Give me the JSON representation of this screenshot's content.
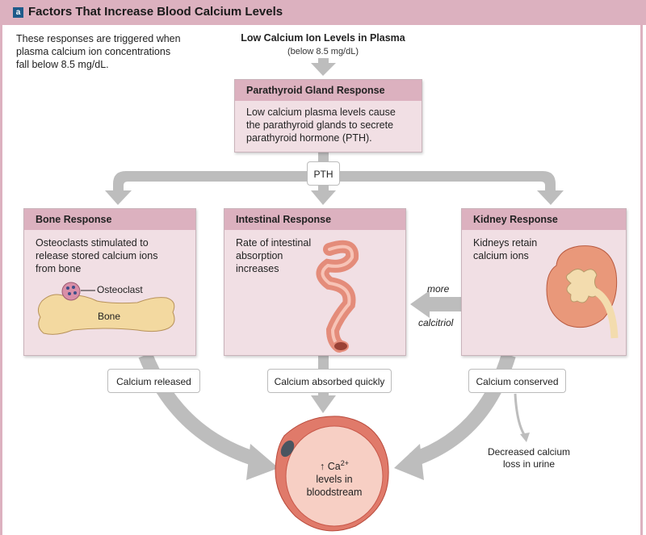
{
  "header": {
    "badge": "a",
    "title": "Factors That Increase Blood Calcium Levels"
  },
  "intro": {
    "lines": [
      "These responses are triggered when",
      "plasma calcium ion concentrations",
      "fall below 8.5 mg/dL."
    ]
  },
  "trigger": {
    "title": "Low Calcium Ion Levels in Plasma",
    "subtitle": "(below 8.5 mg/dL)"
  },
  "parathyroid": {
    "title": "Parathyroid Gland Response",
    "lines": [
      "Low calcium plasma levels cause",
      "the parathyroid glands to secrete",
      "parathyroid hormone (PTH)."
    ]
  },
  "hormone_label": "PTH",
  "bone": {
    "title": "Bone Response",
    "lines": [
      "Osteoclasts stimulated to",
      "release stored calcium ions",
      "from bone"
    ],
    "osteoclast_label": "Osteoclast",
    "bone_label": "Bone",
    "result": "Calcium released"
  },
  "intestine": {
    "title": "Intestinal Response",
    "lines": [
      "Rate of intestinal",
      "absorption",
      "increases"
    ],
    "result": "Calcium absorbed quickly"
  },
  "kidney": {
    "title": "Kidney Response",
    "lines": [
      "Kidneys retain",
      "calcium ions"
    ],
    "result": "Calcium conserved",
    "side_effect": [
      "Decreased calcium",
      "loss in urine"
    ]
  },
  "calcitriol": {
    "top": "more",
    "bottom": "calcitriol"
  },
  "outcome": {
    "arrow": "↑",
    "ion": "Ca",
    "charge": "2+",
    "line2": "levels in",
    "line3": "bloodstream"
  },
  "colors": {
    "header_pink": "#dcb1bf",
    "card_fill": "#f1dfe4",
    "arrow_gray": "#bdbdbd",
    "badge_blue": "#1e5b8a",
    "vessel_red": "#e07a6a",
    "vessel_inner": "#f7cfc4",
    "bone_tan": "#f3d9a0",
    "kidney_orange": "#e9987a"
  }
}
